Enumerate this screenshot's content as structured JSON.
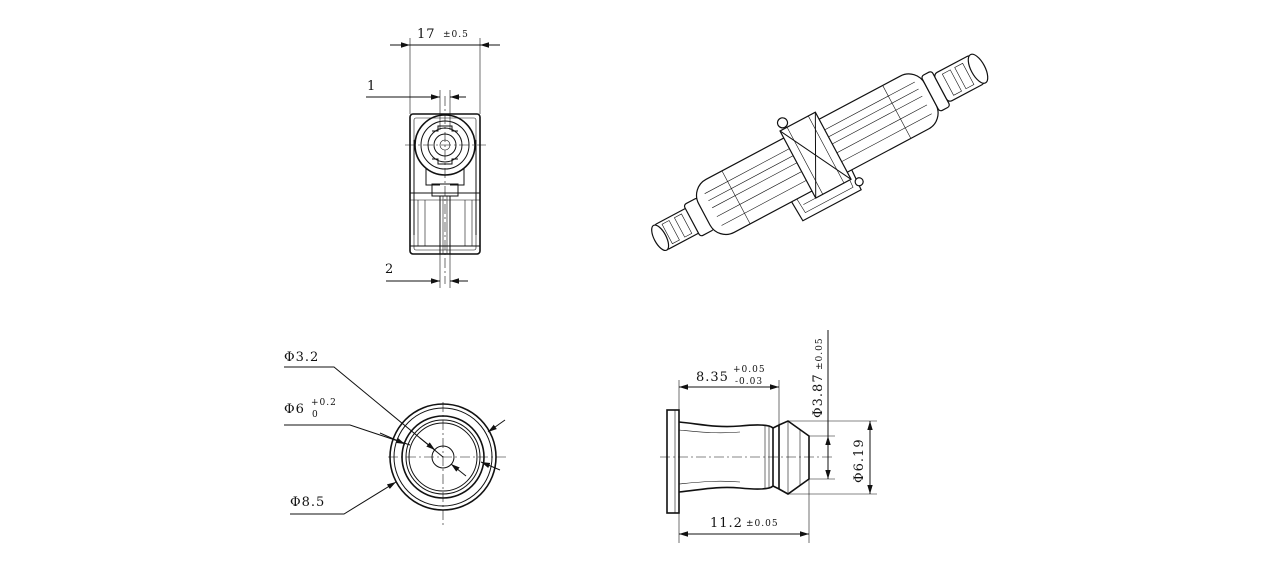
{
  "dimensions": {
    "top_width": {
      "value": "17",
      "tol": "±0.5"
    },
    "top_offset_1": {
      "value": "1"
    },
    "top_offset_2": {
      "value": "2"
    },
    "phi_3_2": {
      "value": "Φ3.2"
    },
    "phi_6": {
      "value": "Φ6",
      "tol_upper": "+0.2",
      "tol_lower": "0"
    },
    "phi_8_5": {
      "value": "Φ8.5"
    },
    "len_8_35": {
      "value": "8.35",
      "tol_upper": "+0.05",
      "tol_lower": "-0.03"
    },
    "phi_3_87": {
      "value": "Φ3.87",
      "tol": "±0.05"
    },
    "phi_6_19": {
      "value": "Φ6.19"
    },
    "len_11_2": {
      "value": "11.2",
      "tol": "±0.05"
    }
  },
  "colors": {
    "line": "#111111",
    "background": "#ffffff"
  }
}
